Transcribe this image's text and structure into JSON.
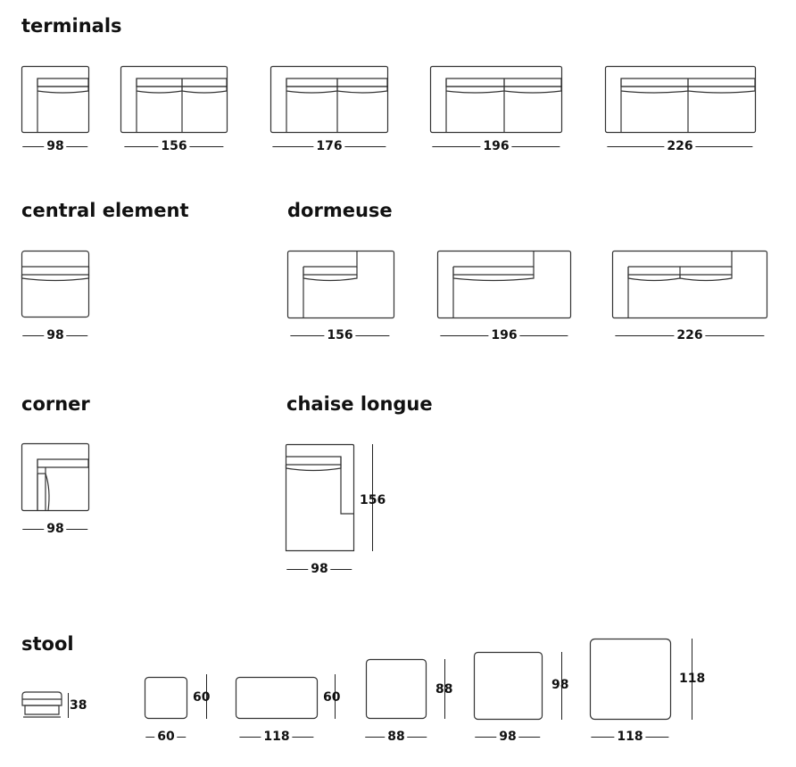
{
  "sections": {
    "terminals": "terminals",
    "central": "central element",
    "dormeuse": "dormeuse",
    "corner": "corner",
    "chaise": "chaise longue",
    "stool": "stool"
  },
  "terminals": [
    "98",
    "156",
    "176",
    "196",
    "226"
  ],
  "central": [
    "98"
  ],
  "dormeuse": [
    "156",
    "196",
    "226"
  ],
  "corner": [
    "98"
  ],
  "chaise": {
    "width": "98",
    "depth": "156"
  },
  "stool": {
    "widths": [
      "60",
      "118",
      "88",
      "98",
      "118"
    ],
    "heights": [
      "38",
      "60",
      "60",
      "88",
      "98",
      "118"
    ]
  }
}
